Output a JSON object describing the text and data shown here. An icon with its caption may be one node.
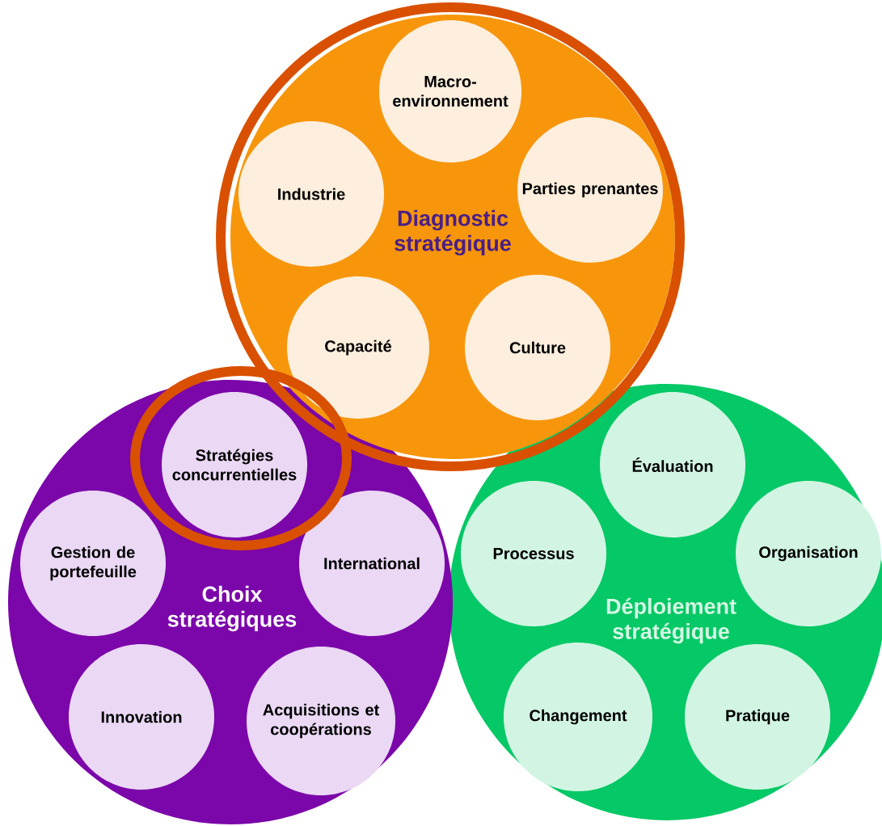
{
  "diagram": {
    "nodes": [
      {
        "text": [
          "Diagnostic stratégique"
        ]
      },
      {
        "text": [
          "Macro-environnement"
        ],
        "in": 0
      },
      {
        "text": [
          "Industrie"
        ],
        "in": 0
      },
      {
        "text": [
          "Parties prenantes"
        ],
        "in": 0
      },
      {
        "text": [
          "Capacité"
        ],
        "in": 0
      },
      {
        "text": [
          "Culture"
        ],
        "in": 0
      },
      {
        "text": [
          "Choix stratégiques"
        ]
      },
      {
        "text": [
          "Stratégies concurrentielles"
        ],
        "in": 6
      },
      {
        "text": [
          "Gestion de portefeuille"
        ],
        "in": 6
      },
      {
        "text": [
          "International"
        ],
        "in": 6
      },
      {
        "text": [
          "Innovation"
        ],
        "in": 6
      },
      {
        "text": [
          "Acquisitions et coopérations"
        ],
        "in": 6
      },
      {
        "text": [
          "Déploiement stratégique"
        ]
      },
      {
        "text": [
          "Évaluation"
        ],
        "in": 12
      },
      {
        "text": [
          "Processus"
        ],
        "in": 12
      },
      {
        "text": [
          "Organisation"
        ],
        "in": 12
      },
      {
        "text": [
          "Changement"
        ],
        "in": 12
      },
      {
        "text": [
          "Pratique"
        ],
        "in": 12
      }
    ]
  }
}
